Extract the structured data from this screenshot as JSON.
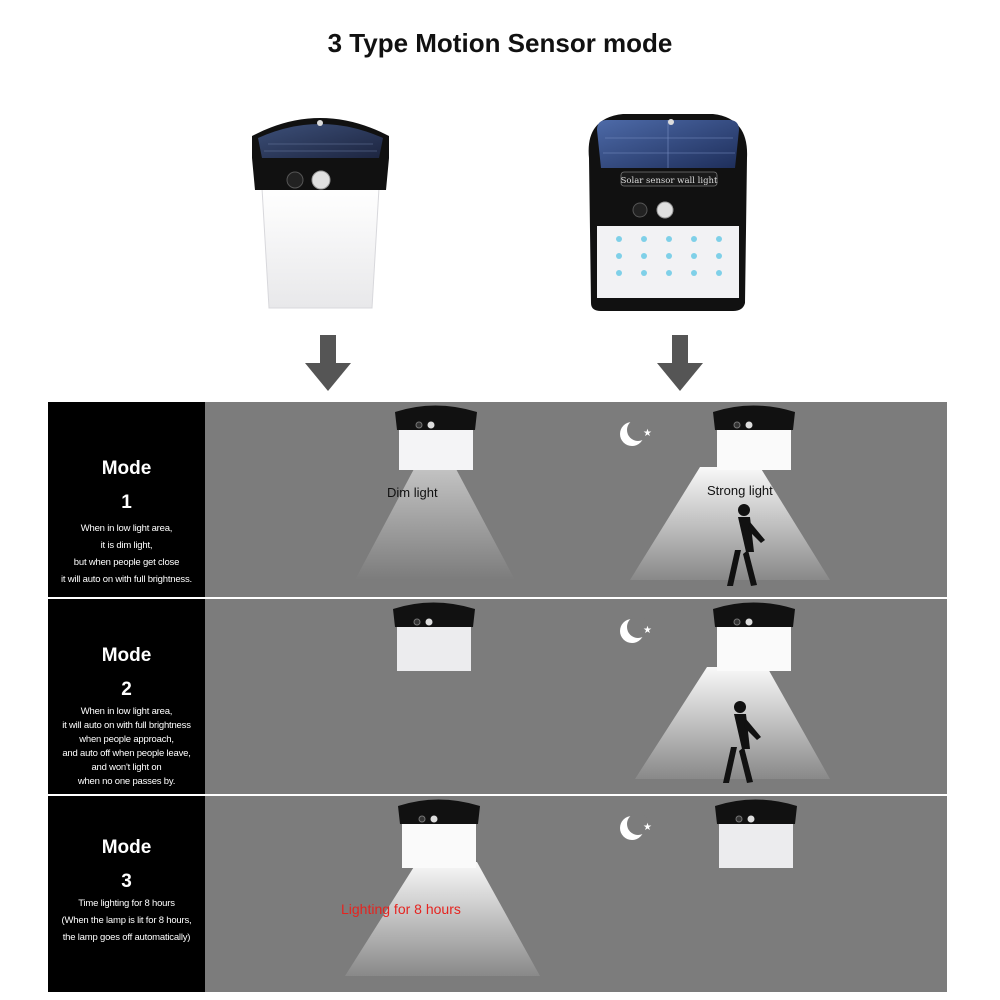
{
  "title": "3 Type Motion Sensor mode",
  "products": {
    "left": {
      "kind": "white-body-solar-wall-light"
    },
    "right": {
      "kind": "black-body-solar-wall-light",
      "housing_text": "Solar sensor wall light"
    }
  },
  "modes": [
    {
      "title": "Mode",
      "number": "1",
      "desc": [
        "When in low light area,",
        "it is dim light,",
        "but when people get close",
        "it will auto on with full brightness."
      ],
      "captions": {
        "left": "Dim light",
        "right": "Strong light"
      }
    },
    {
      "title": "Mode",
      "number": "2",
      "desc": [
        "When in low light area,",
        "it will auto on with full brightness",
        "when people approach,",
        "and auto off when people leave,",
        "and won't light on",
        "when no one passes by."
      ],
      "captions": {
        "left": "",
        "right": ""
      }
    },
    {
      "title": "Mode",
      "number": "3",
      "desc": [
        "Time lighting for 8 hours",
        "(When the lamp is lit for 8 hours,",
        "the lamp goes off automatically)"
      ],
      "captions": {
        "left": "Lighting for 8 hours",
        "right": ""
      }
    }
  ],
  "colors": {
    "scene_bg": "#7c7c7c",
    "label_bg": "#000000",
    "highlight_text": "#e52420"
  }
}
